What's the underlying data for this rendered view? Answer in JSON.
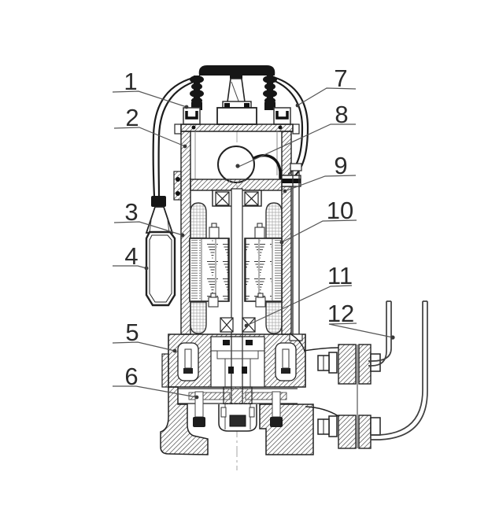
{
  "figure": {
    "kind": "technical cutaway diagram",
    "subject": "submersible pump cross-section"
  },
  "colors": {
    "background": "#ffffff",
    "main_line": "#222222",
    "leader_line": "#555555",
    "label_text": "#2b2b2b",
    "solid_black_parts": "#161616"
  },
  "callouts": [
    {
      "label": "1"
    },
    {
      "label": "2"
    },
    {
      "label": "3"
    },
    {
      "label": "4"
    },
    {
      "label": "5"
    },
    {
      "label": "6"
    },
    {
      "label": "7"
    },
    {
      "label": "8"
    },
    {
      "label": "9"
    },
    {
      "label": "10"
    },
    {
      "label": "11"
    },
    {
      "label": "12"
    }
  ]
}
